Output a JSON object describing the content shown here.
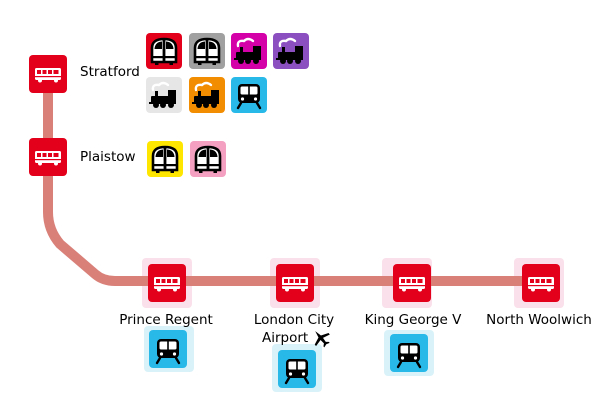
{
  "route": {
    "line_color": "#d98079",
    "bus_color": "#e3001b"
  },
  "mode_colors": {
    "underground_red": "#e3001b",
    "underground_grey": "#a0a0a0",
    "steam_magenta": "#d400a8",
    "steam_purple": "#8b4fc0",
    "steam_light_grey": "#e6e6e6",
    "steam_orange": "#f28c00",
    "dlr_cyan": "#29b9e8",
    "underground_yellow": "#ffe600",
    "underground_pink": "#f4a0c0"
  },
  "stations": [
    {
      "name": "Stratford",
      "interchanges": [
        "underground-red",
        "underground-grey",
        "steam-magenta",
        "steam-purple",
        "steam-light-grey",
        "steam-orange",
        "dlr-cyan"
      ]
    },
    {
      "name": "Plaistow",
      "interchanges": [
        "underground-yellow",
        "underground-pink"
      ]
    },
    {
      "name": "Prince Regent",
      "interchanges": [
        "dlr"
      ]
    },
    {
      "name": "London City Airport",
      "label_lines": [
        "London City",
        "Airport"
      ],
      "airport": true,
      "interchanges": [
        "dlr"
      ]
    },
    {
      "name": "King George V",
      "interchanges": [
        "dlr"
      ]
    },
    {
      "name": "North Woolwich",
      "interchanges": []
    }
  ],
  "labels": {
    "stratford": "Stratford",
    "plaistow": "Plaistow",
    "prince_regent": "Prince Regent",
    "city_line1": "London City",
    "city_line2": "Airport",
    "kgv": "King George V",
    "north_woolwich": "North Woolwich"
  },
  "icons": [
    "bus-icon",
    "underground-train-icon",
    "steam-train-icon",
    "dlr-train-icon",
    "airplane-icon"
  ]
}
